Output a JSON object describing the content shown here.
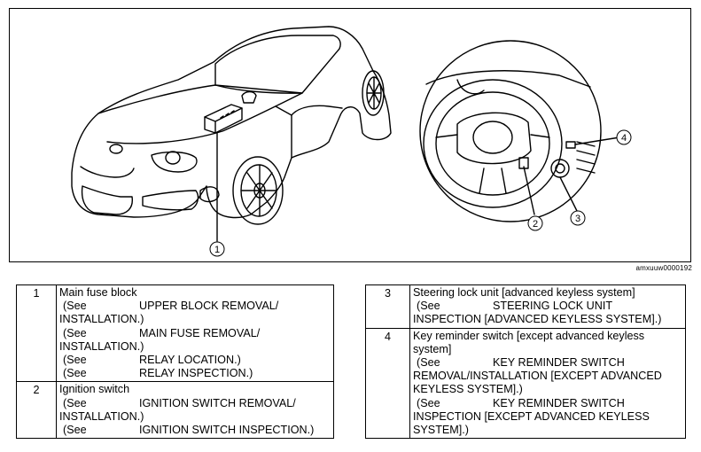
{
  "figure": {
    "callouts": [
      "1",
      "2",
      "3",
      "4"
    ],
    "code": "amxuuw0000192",
    "icons": [
      "car-illustration",
      "steering-wheel-illustration"
    ]
  },
  "left_table": {
    "rows": [
      {
        "num": "1",
        "title": "Main fuse block",
        "lines": [
          {
            "see": "(See",
            "text": "UPPER BLOCK REMOVAL/"
          },
          {
            "text": "INSTALLATION.)"
          },
          {
            "see": "(See",
            "text": "MAIN FUSE REMOVAL/"
          },
          {
            "text": "INSTALLATION.)"
          },
          {
            "see": "(See",
            "text": "RELAY LOCATION.)"
          },
          {
            "see": "(See",
            "text": "RELAY INSPECTION.)"
          }
        ]
      },
      {
        "num": "2",
        "title": "Ignition switch",
        "lines": [
          {
            "see": "(See",
            "text": "IGNITION SWITCH REMOVAL/"
          },
          {
            "text": "INSTALLATION.)"
          },
          {
            "see": "(See",
            "text": "IGNITION SWITCH INSPECTION.)"
          }
        ]
      }
    ]
  },
  "right_table": {
    "rows": [
      {
        "num": "3",
        "title": "Steering lock unit [advanced keyless system]",
        "lines": [
          {
            "see": "(See",
            "text": "STEERING LOCK UNIT"
          },
          {
            "text": "INSPECTION [ADVANCED KEYLESS SYSTEM].)"
          }
        ]
      },
      {
        "num": "4",
        "title": "Key reminder switch [except advanced keyless",
        "title2": "system]",
        "lines": [
          {
            "see": "(See",
            "text": "KEY REMINDER SWITCH"
          },
          {
            "text": "REMOVAL/INSTALLATION [EXCEPT ADVANCED"
          },
          {
            "text": "KEYLESS SYSTEM].)"
          },
          {
            "see": "(See",
            "text": "KEY REMINDER SWITCH"
          },
          {
            "text": "INSPECTION [EXCEPT ADVANCED KEYLESS"
          },
          {
            "text": "SYSTEM].)"
          }
        ]
      }
    ]
  }
}
